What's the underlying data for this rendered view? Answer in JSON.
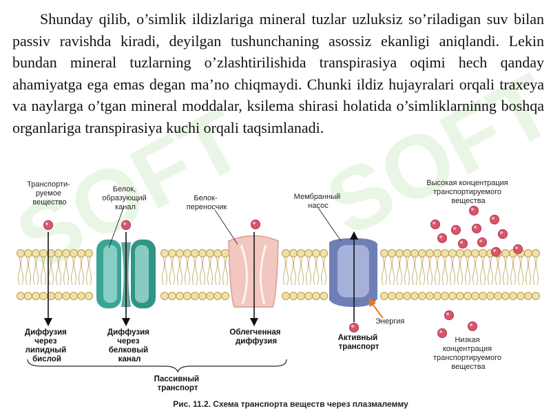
{
  "paragraph": {
    "text": "Shunday qilib, o’simlik ildizlariga mineral tuzlar uzluksiz so’riladigan suv bilan passiv ravishda kiradi, deyilgan tushunchaning asossiz ekanligi aniqlandi. Lekin bundan mineral tuzlarning o’zlashtirilishida transpirasiya oqimi hech qanday ahamiyatga ega emas degan ma’no chiqmaydi. Chunki ildiz hujayralari orqali traxeya va naylarga o’tgan mineral moddalar, ksilema shirasi holatida o’simliklarninng boshqa organlariga transpirasiya kuchi orqali taqsimlanadi."
  },
  "figure": {
    "labels": {
      "transported_substance": [
        "Транспорти-",
        "руемое",
        "вещество"
      ],
      "channel_protein": [
        "Белок,",
        "образующий",
        "канал"
      ],
      "carrier_protein": [
        "Белок-",
        "переносчик"
      ],
      "membrane_pump": [
        "Мембранный",
        "насос"
      ],
      "high_concentration": [
        "Высокая концентрация",
        "транспортируемого",
        "вещества"
      ],
      "energy": "Энергия",
      "low_concentration": [
        "Низкая",
        "концентрация",
        "транспортируемого",
        "вещества"
      ],
      "lipid_diffusion": [
        "Диффузия",
        "через",
        "липидный",
        "бислой"
      ],
      "channel_diffusion": [
        "Диффузия",
        "через",
        "белковый",
        "канал"
      ],
      "facilitated_diffusion": [
        "Облегченная",
        "диффузия"
      ],
      "active_transport": [
        "Активный",
        "транспорт"
      ],
      "passive_transport": [
        "Пассивный",
        "транспорт"
      ]
    },
    "caption": "Рис. 11.2. Схема транспорта веществ через плазмалемму",
    "watermark": "SOFT",
    "colors": {
      "lipid_head": "#f1e1a6",
      "lipid_outline": "#b59a52",
      "channel_protein": "#3aa596",
      "carrier_protein": "#f2c7c0",
      "pump_protein": "#6f7fb6",
      "molecule": "#d9566a",
      "energy_arrow": "#e8731c"
    }
  }
}
